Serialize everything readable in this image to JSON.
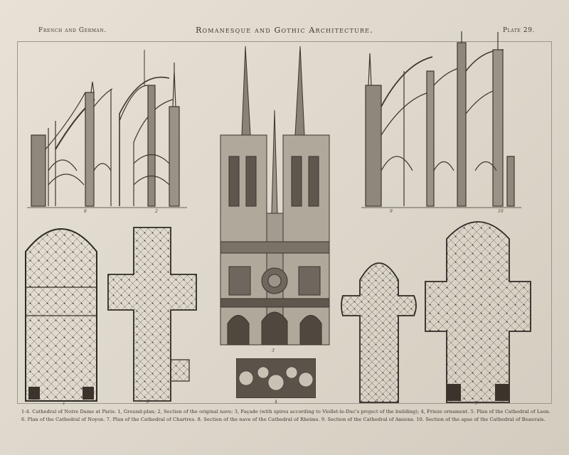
{
  "header": {
    "left": "French and German.",
    "center": "Romanesque and Gothic Architecture.",
    "right": "Plate 29."
  },
  "caption": {
    "line1": "1-4. Cathedral of Notre Dame at Paris: 1, Ground-plan; 2, Section of the original nave; 3, Façade (with spires according to Viollet-le-Duc's project of the building); 4, Frieze ornament. 5. Plan of the Cathedral of Laon.",
    "line2": "6. Plan of the Cathedral of Noyon. 7. Plan of the Cathedral of Chartres. 8. Section of the nave of the Cathedral of Rheims. 9. Section of the Cathedral of Amiens. 10. Section of the apse of the Cathedral of Beauvais."
  },
  "figures": {
    "section_left_1": "8",
    "section_left_2": "2",
    "facade": "3",
    "frieze": "4",
    "section_right_1": "9",
    "section_right_2": "10",
    "plan_1": "1",
    "plan_2": "6",
    "plan_3": "7",
    "plan_4": "5"
  },
  "colors": {
    "paper": "#e2dcd0",
    "ink": "#3a342d",
    "shade": "#6e675e"
  }
}
